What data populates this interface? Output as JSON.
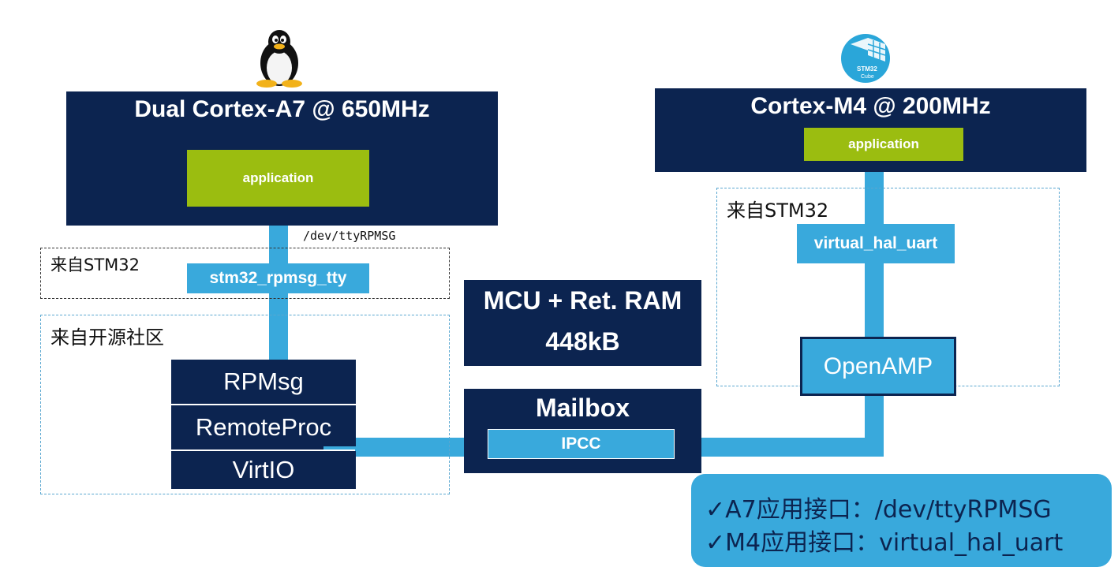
{
  "linux_logo": {
    "icon": "linux-penguin-icon"
  },
  "stm32_logo": {
    "icon": "stm32cube-icon",
    "text_top": "STM32",
    "text_bottom": "Cube"
  },
  "a7": {
    "title": "Dual Cortex-A7 @ 650MHz",
    "app_label": "application",
    "dev_path": "/dev/ttyRPMSG",
    "stm32_region_label": "来自STM32",
    "tty_label": "stm32_rpmsg_tty",
    "community_region_label": "来自开源社区",
    "stack": [
      "RPMsg",
      "RemoteProc",
      "VirtIO"
    ]
  },
  "center": {
    "mem_line1": "MCU + Ret. RAM",
    "mem_line2": "448kB",
    "mailbox_title": "Mailbox",
    "ipcc_label": "IPCC"
  },
  "m4": {
    "title": "Cortex-M4 @ 200MHz",
    "app_label": "application",
    "stm32_region_label": "来自STM32",
    "uart_label": "virtual_hal_uart",
    "openamp_label": "OpenAMP"
  },
  "notes": {
    "line1": "✓A7应用接口：/dev/ttyRPMSG",
    "line2": "✓M4应用接口：virtual_hal_uart"
  },
  "colors": {
    "navy": "#0c2450",
    "cyan": "#39a9dc",
    "green": "#9bbd10"
  }
}
